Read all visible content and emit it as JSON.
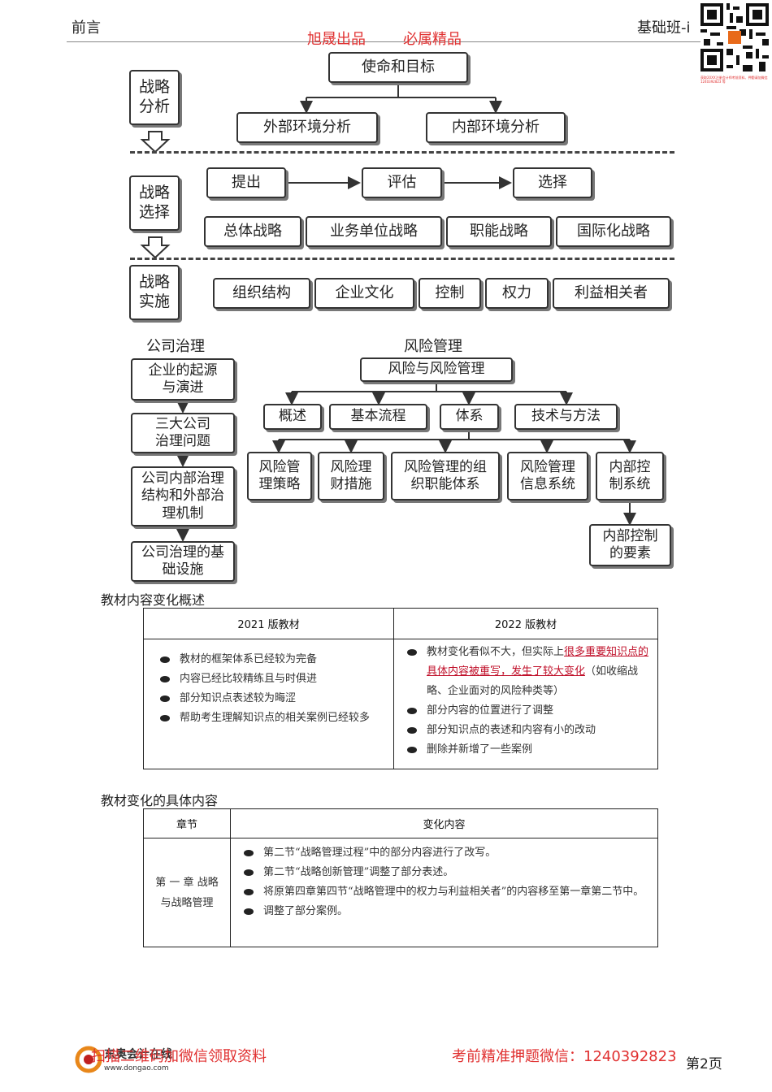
{
  "header": {
    "left": "前言",
    "right": "基础班-i"
  },
  "watermark": {
    "left": "旭晟出品",
    "right": "必属精品"
  },
  "qr_note": "获取20XX注册会计师考前资料、押题请加微信 1240392823 等",
  "flow": {
    "stage1": "战略分析",
    "stage2": "战略选择",
    "stage3": "战略实施",
    "mission": "使命和目标",
    "external": "外部环境分析",
    "internal": "内部环境分析",
    "propose": "提出",
    "evaluate": "评估",
    "choose": "选择",
    "levels": [
      "总体战略",
      "业务单位战略",
      "职能战略",
      "国际化战略"
    ],
    "impl": [
      "组织结构",
      "企业文化",
      "控制",
      "权力",
      "利益相关者"
    ]
  },
  "governance": {
    "title": "公司治理",
    "steps": [
      "企业的起源与演进",
      "三大公司治理问题",
      "公司内部治理结构和外部治理机制",
      "公司治理的基础设施"
    ]
  },
  "risk": {
    "title": "风险管理",
    "root": "风险与风险管理",
    "branches": [
      "概述",
      "基本流程",
      "体系",
      "技术与方法"
    ],
    "subs": [
      "风险管理策略",
      "风险理财措施",
      "风险管理的组织职能体系",
      "风险管理信息系统",
      "内部控制系统"
    ],
    "leaf": "内部控制的要素"
  },
  "section1": {
    "title": "教材内容变化概述",
    "col1": "2021 版教材",
    "col2": "2022 版教材",
    "left_items": [
      "教材的框架体系已经较为完备",
      "内容已经比较精练且与时俱进",
      "部分知识点表述较为晦涩",
      "帮助考生理解知识点的相关案例已经较多"
    ],
    "right_first_a": "教材变化看似不大，但实际上",
    "right_first_hl": "很多重要知识点的具体内容被重写，发生了较大变化",
    "right_first_b": "（如收缩战略、企业面对的风险种类等）",
    "right_items": [
      "部分内容的位置进行了调整",
      "部分知识点的表述和内容有小的改动",
      "删除并新增了一些案例"
    ]
  },
  "section2": {
    "title": "教材变化的具体内容",
    "col1": "章节",
    "col2": "变化内容",
    "chapter": "第 一 章 战略与战略管理",
    "items": [
      "第二节“战略管理过程”中的部分内容进行了改写。",
      "第二节“战略创新管理”调整了部分表述。",
      "将原第四章第四节“战略管理中的权力与利益相关者”的内容移至第一章第二节中。",
      "调整了部分案例。"
    ]
  },
  "footer": {
    "left": "扫描二维码加微信领取资料",
    "right": "考前精准押题微信：1240392823",
    "page": "第2页",
    "logo_text": "东奥会计在线",
    "logo_url": "www.dongao.com"
  }
}
